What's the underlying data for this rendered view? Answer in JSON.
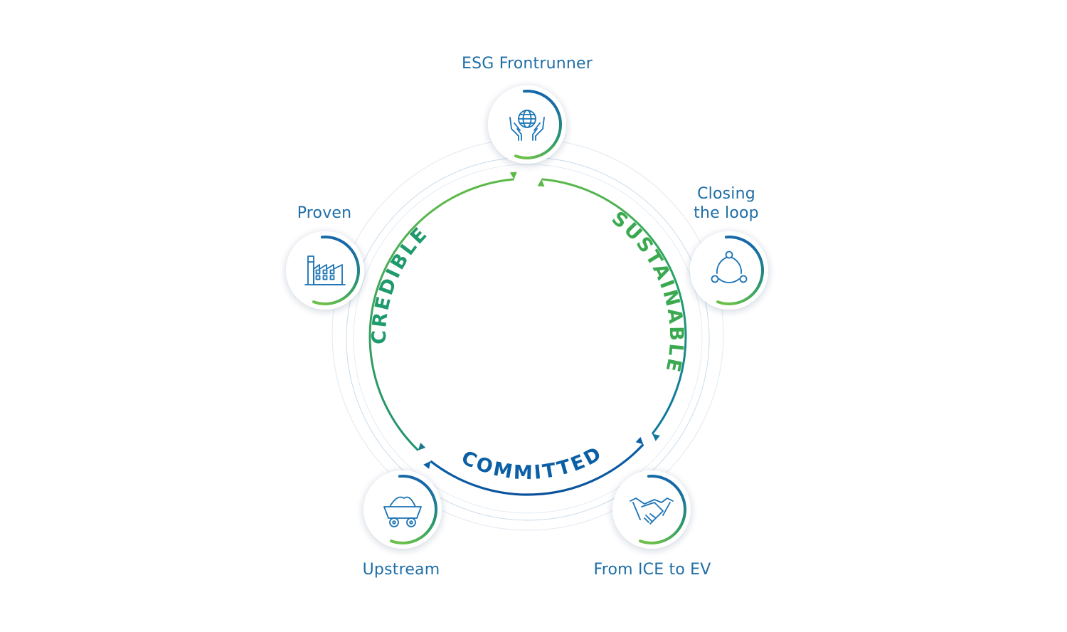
{
  "nodes": [
    {
      "id": "esg",
      "label_lines": [
        "ESG Frontrunner"
      ],
      "icon": "globe-in-hands-icon"
    },
    {
      "id": "closing",
      "label_lines": [
        "Closing",
        "the loop"
      ],
      "icon": "circular-cycle-icon"
    },
    {
      "id": "ice",
      "label_lines": [
        "From ICE to EV"
      ],
      "icon": "handshake-icon"
    },
    {
      "id": "upstream",
      "label_lines": [
        "Upstream"
      ],
      "icon": "mining-cart-icon"
    },
    {
      "id": "proven",
      "label_lines": [
        "Proven"
      ],
      "icon": "factory-icon"
    }
  ],
  "arcs": {
    "credible": "CREDIBLE",
    "sustainable": "SUSTAINABLE",
    "committed": "COMMITTED"
  },
  "colors": {
    "green": "#5cb947",
    "teal": "#1e9a6c",
    "blue": "#0b5fa5",
    "label_blue": "#1f6ea6",
    "icon_blue": "#1a73b5",
    "faint_ring": "#dfe7ef"
  }
}
